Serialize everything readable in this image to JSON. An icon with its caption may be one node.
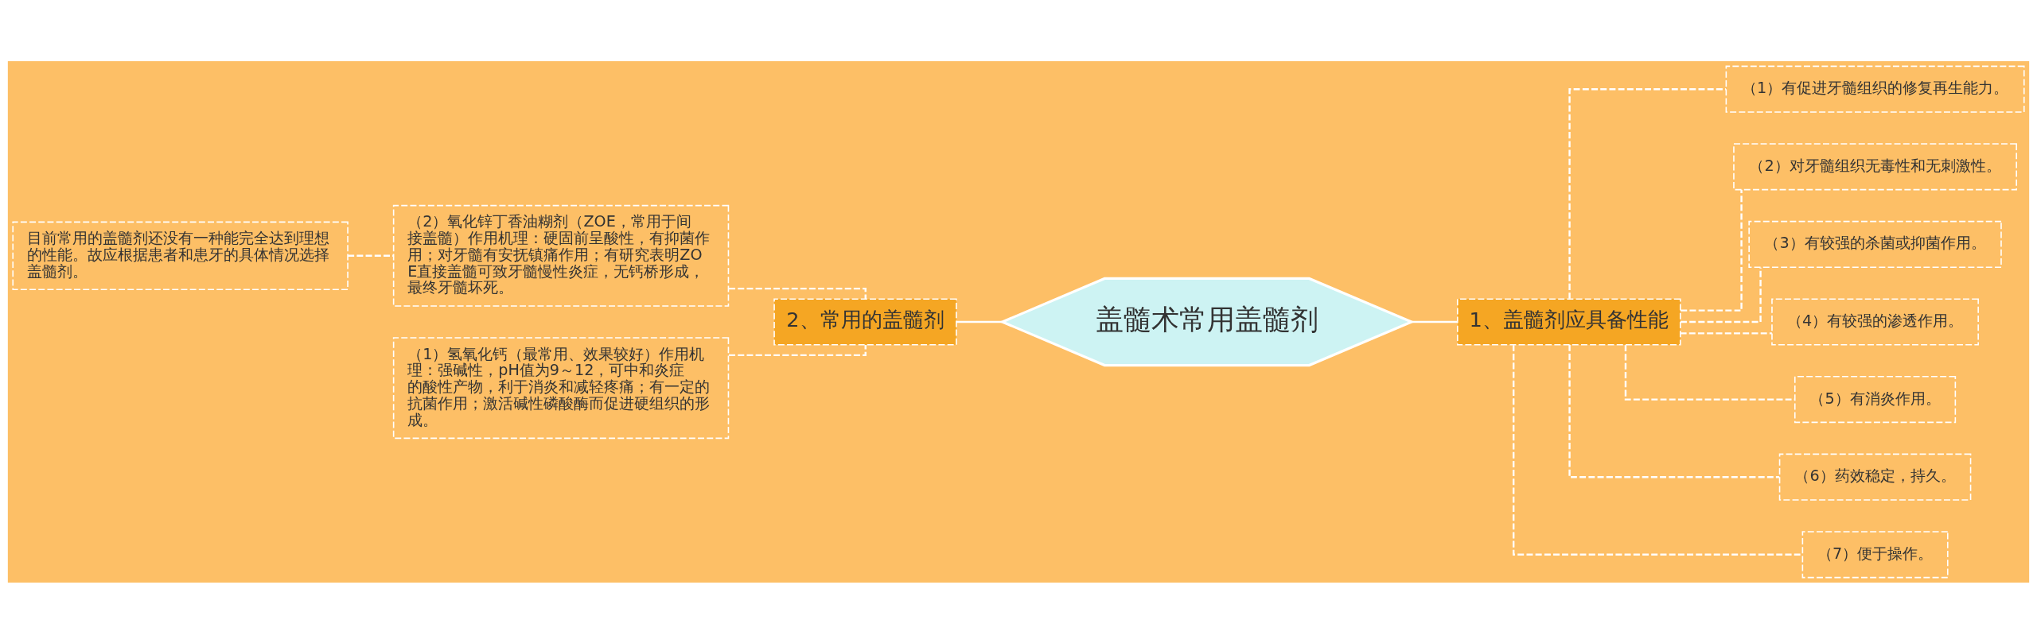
{
  "diagram": {
    "nodes": [
      {
        "text": [
          "目前常用的盖髓剂还没有一种能完全达到理想的性能。故应根据患者和患牙的具体情况选择盖髓剂。"
        ]
      },
      {
        "text": [
          "（1）氢氧化钙（最常用、效果较好）作用机理：强碱性，pH值为9～12，可中和炎症的酸性产物，利于消炎和减轻疼痛；有一定的抗菌作用；激活碱性磷酸酶而促进硬组织的形成。"
        ]
      },
      {
        "text": [
          "（2）氧化锌丁香油糊剂（ZOE，常用于间接盖髓）作用机理：硬固前呈酸性，有抑菌作用；对牙髓有安抚镇痛作用；有研究表明ZOE直接盖髓可致牙髓慢性炎症，无钙桥形成，最终牙髓坏死。"
        ]
      },
      {
        "text": [
          "2、常用的盖髓剂"
        ]
      },
      {
        "text": [
          "盖髓术常用盖髓剂"
        ]
      },
      {
        "text": [
          "1、盖髓剂应具备性能"
        ]
      },
      {
        "text": [
          "（1）有促进牙髓组织的修复再生能力。"
        ]
      },
      {
        "text": [
          "（2）对牙髓组织无毒性和无刺激性。"
        ]
      },
      {
        "text": [
          "（3）有较强的杀菌或抑菌作用。"
        ]
      },
      {
        "text": [
          "（4）有较强的渗透作用。"
        ]
      },
      {
        "text": [
          "（5）有消炎作用。"
        ]
      },
      {
        "text": [
          "（6）药效稳定，持久。"
        ]
      },
      {
        "text": [
          "（7）便于操作。"
        ]
      }
    ],
    "edges": [
      {
        "from": 0,
        "to": 2,
        "arrow": "none",
        "style": "dashed"
      },
      {
        "from": 1,
        "to": 3,
        "arrow": "none",
        "style": "dashed"
      },
      {
        "from": 2,
        "to": 3,
        "arrow": "none",
        "style": "dashed"
      },
      {
        "from": 3,
        "to": 4,
        "arrow": "none"
      },
      {
        "from": 4,
        "to": 5,
        "arrow": "none"
      },
      {
        "from": 5,
        "to": 6,
        "arrow": "none",
        "style": "dashed"
      },
      {
        "from": 5,
        "to": 7,
        "arrow": "none",
        "style": "dashed"
      },
      {
        "from": 5,
        "to": 8,
        "arrow": "none",
        "style": "dashed"
      },
      {
        "from": 5,
        "to": 9,
        "arrow": "none",
        "style": "dashed"
      },
      {
        "from": 5,
        "to": 10,
        "arrow": "none",
        "style": "dashed"
      },
      {
        "from": 5,
        "to": 11,
        "arrow": "none",
        "style": "dashed"
      },
      {
        "from": 5,
        "to": 12,
        "arrow": "none",
        "style": "dashed"
      }
    ]
  }
}
